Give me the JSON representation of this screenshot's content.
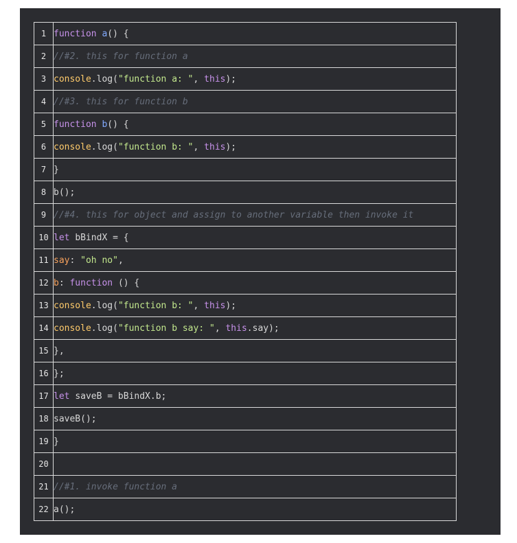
{
  "colors": {
    "background": "#2b2c30",
    "keyword": "#c792ea",
    "function_name": "#82aaff",
    "object": "#ffcb6b",
    "string": "#c3e88d",
    "comment": "#676e7b",
    "property": "#f7a15c",
    "plain": "#d8d8d8"
  },
  "lines": [
    {
      "num": "1",
      "indent": 0,
      "tokens": [
        {
          "t": "kw",
          "v": "function "
        },
        {
          "t": "fn",
          "v": "a"
        },
        {
          "t": "pl",
          "v": "() {"
        }
      ]
    },
    {
      "num": "2",
      "indent": 2,
      "tokens": [
        {
          "t": "cm",
          "v": "//#2. this for function a"
        }
      ]
    },
    {
      "num": "3",
      "indent": 2,
      "tokens": [
        {
          "t": "obj",
          "v": "console"
        },
        {
          "t": "pl",
          "v": ".log("
        },
        {
          "t": "str",
          "v": "\"function a: \""
        },
        {
          "t": "pl",
          "v": ", "
        },
        {
          "t": "this",
          "v": "this"
        },
        {
          "t": "pl",
          "v": ");"
        }
      ]
    },
    {
      "num": "4",
      "indent": 2,
      "tokens": [
        {
          "t": "cm",
          "v": "//#3. this for function b"
        }
      ]
    },
    {
      "num": "5",
      "indent": 2,
      "tokens": [
        {
          "t": "kw",
          "v": "function "
        },
        {
          "t": "fn",
          "v": "b"
        },
        {
          "t": "pl",
          "v": "() {"
        }
      ]
    },
    {
      "num": "6",
      "indent": 3,
      "tokens": [
        {
          "t": "obj",
          "v": "console"
        },
        {
          "t": "pl",
          "v": ".log("
        },
        {
          "t": "str",
          "v": "\"function b: \""
        },
        {
          "t": "pl",
          "v": ", "
        },
        {
          "t": "this",
          "v": "this"
        },
        {
          "t": "pl",
          "v": ");"
        }
      ]
    },
    {
      "num": "7",
      "indent": 2,
      "tokens": [
        {
          "t": "pl",
          "v": "}"
        }
      ]
    },
    {
      "num": "8",
      "indent": 2,
      "tokens": [
        {
          "t": "pl",
          "v": "b();"
        }
      ]
    },
    {
      "num": "9",
      "indent": 2,
      "tokens": [
        {
          "t": "cm",
          "v": "//#4. this for object and assign to another variable then invoke it"
        }
      ]
    },
    {
      "num": "10",
      "indent": 2,
      "tokens": [
        {
          "t": "kw",
          "v": "let "
        },
        {
          "t": "pl",
          "v": "bBindX = {"
        }
      ]
    },
    {
      "num": "11",
      "indent": 3,
      "tokens": [
        {
          "t": "prop",
          "v": "say"
        },
        {
          "t": "pl",
          "v": ": "
        },
        {
          "t": "str",
          "v": "\"oh no\""
        },
        {
          "t": "pl",
          "v": ","
        }
      ]
    },
    {
      "num": "12",
      "indent": 3,
      "tokens": [
        {
          "t": "prop",
          "v": "b"
        },
        {
          "t": "pl",
          "v": ": "
        },
        {
          "t": "kw",
          "v": "function "
        },
        {
          "t": "pl",
          "v": "() {"
        }
      ]
    },
    {
      "num": "13",
      "indent": 4,
      "tokens": [
        {
          "t": "obj",
          "v": "console"
        },
        {
          "t": "pl",
          "v": ".log("
        },
        {
          "t": "str",
          "v": "\"function b: \""
        },
        {
          "t": "pl",
          "v": ", "
        },
        {
          "t": "this",
          "v": "this"
        },
        {
          "t": "pl",
          "v": ");"
        }
      ]
    },
    {
      "num": "14",
      "indent": 4,
      "tokens": [
        {
          "t": "obj",
          "v": "console"
        },
        {
          "t": "pl",
          "v": ".log("
        },
        {
          "t": "str",
          "v": "\"function b say: \""
        },
        {
          "t": "pl",
          "v": ", "
        },
        {
          "t": "this",
          "v": "this"
        },
        {
          "t": "pl",
          "v": ".say);"
        }
      ]
    },
    {
      "num": "15",
      "indent": 3,
      "tokens": [
        {
          "t": "pl",
          "v": "},"
        }
      ]
    },
    {
      "num": "16",
      "indent": 2,
      "tokens": [
        {
          "t": "pl",
          "v": "};"
        }
      ]
    },
    {
      "num": "17",
      "indent": 2,
      "tokens": [
        {
          "t": "kw",
          "v": "let "
        },
        {
          "t": "pl",
          "v": "saveB = bBindX.b;"
        }
      ]
    },
    {
      "num": "18",
      "indent": 2,
      "tokens": [
        {
          "t": "pl",
          "v": "saveB();"
        }
      ]
    },
    {
      "num": "19",
      "indent": 1,
      "tokens": [
        {
          "t": "pl",
          "v": "}"
        }
      ]
    },
    {
      "num": "20",
      "indent": 1,
      "tokens": []
    },
    {
      "num": "21",
      "indent": 1,
      "tokens": [
        {
          "t": "cm",
          "v": "//#1. invoke function a"
        }
      ]
    },
    {
      "num": "22",
      "indent": 1,
      "tokens": [
        {
          "t": "pl",
          "v": "a();"
        }
      ]
    }
  ]
}
